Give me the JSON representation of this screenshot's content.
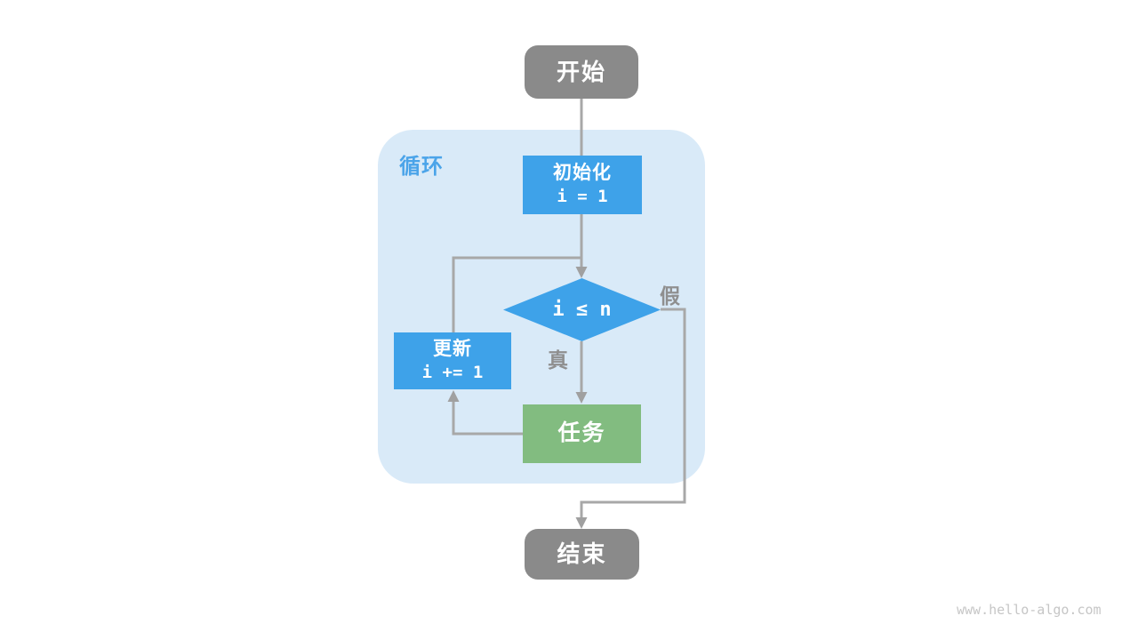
{
  "diagram": {
    "container_label": "循环",
    "nodes": {
      "start": {
        "label": "开始"
      },
      "init": {
        "title": "初始化",
        "code": "i = 1"
      },
      "condition": {
        "code": "i ≤ n"
      },
      "update": {
        "title": "更新",
        "code": "i += 1"
      },
      "task": {
        "label": "任务"
      },
      "end": {
        "label": "结束"
      }
    },
    "edge_labels": {
      "true_branch": "真",
      "false_branch": "假"
    },
    "colors": {
      "terminal_gray": "#8a8a8a",
      "process_blue": "#3ea2e9",
      "task_green": "#82bc80",
      "container_light_blue": "#d9eaf8",
      "edge_gray": "#a8a8a8",
      "edge_label_gray": "#8f8f8f",
      "loop_label_blue": "#4ba4e9",
      "watermark_gray": "#c6c6c6"
    }
  },
  "watermark": "www.hello-algo.com"
}
